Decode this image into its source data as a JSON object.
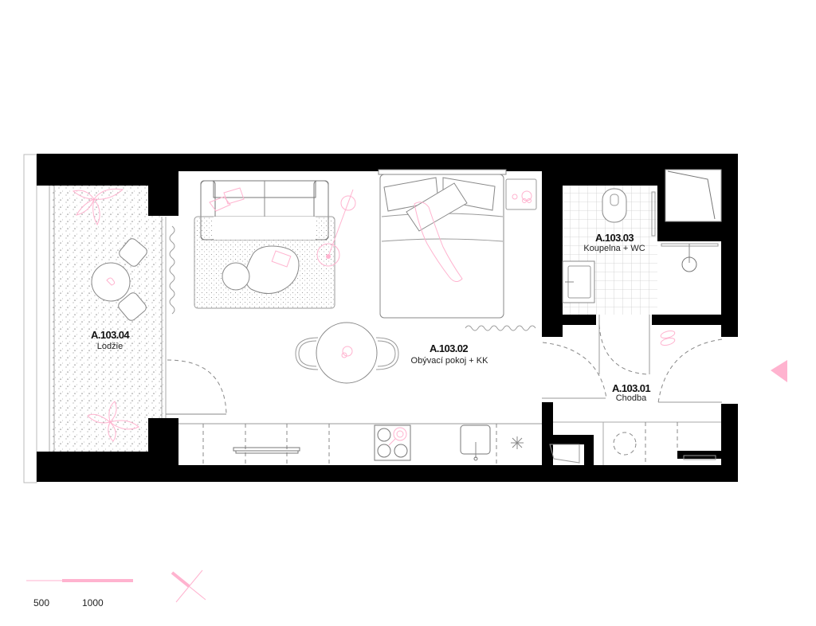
{
  "accent_color": "#ffb3cf",
  "wall_color": "#000000",
  "rooms": [
    {
      "id": "living",
      "code": "A.103.02",
      "name": "Obývací pokoj + KK"
    },
    {
      "id": "bathroom",
      "code": "A.103.03",
      "name": "Koupelna + WC"
    },
    {
      "id": "hallway",
      "code": "A.103.01",
      "name": "Chodba"
    },
    {
      "id": "loggia",
      "code": "A.103.04",
      "name": "Lodžie"
    }
  ],
  "scale_bar": {
    "labels": [
      "500",
      "1000"
    ]
  },
  "icons": {
    "entrance": "entrance-arrow-icon",
    "north": "north-arrow-icon"
  }
}
